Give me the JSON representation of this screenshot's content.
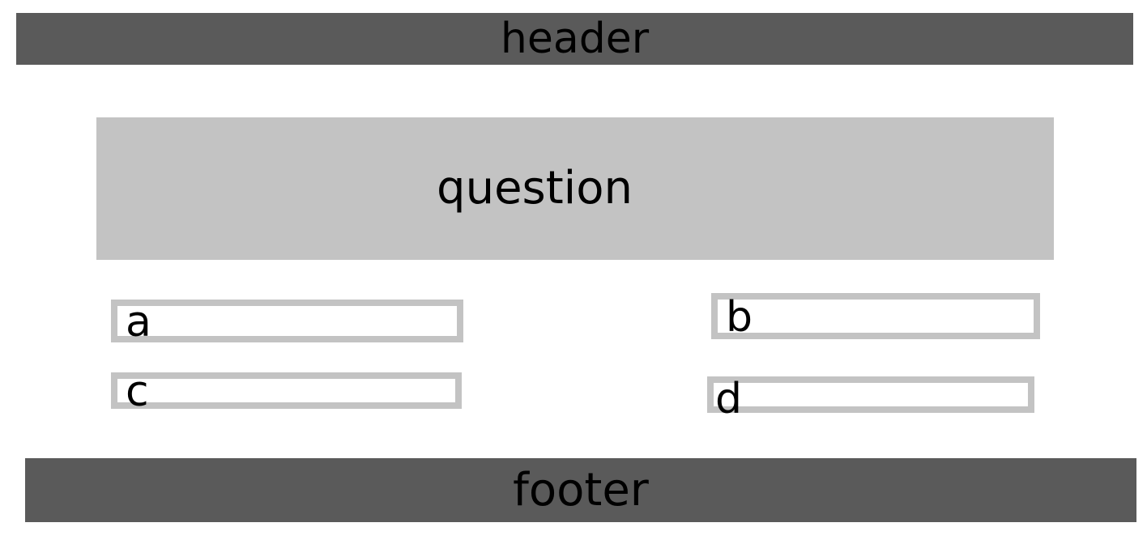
{
  "header": {
    "label": "header"
  },
  "question": {
    "label": "question"
  },
  "answers": [
    {
      "id": "a",
      "label": "a"
    },
    {
      "id": "b",
      "label": "b"
    },
    {
      "id": "c",
      "label": "c"
    },
    {
      "id": "d",
      "label": "d"
    }
  ],
  "footer": {
    "label": "footer"
  },
  "colors": {
    "bar": "#5a5a5a",
    "box": "#c3c3c3",
    "background": "#ffffff",
    "text": "#000000"
  }
}
